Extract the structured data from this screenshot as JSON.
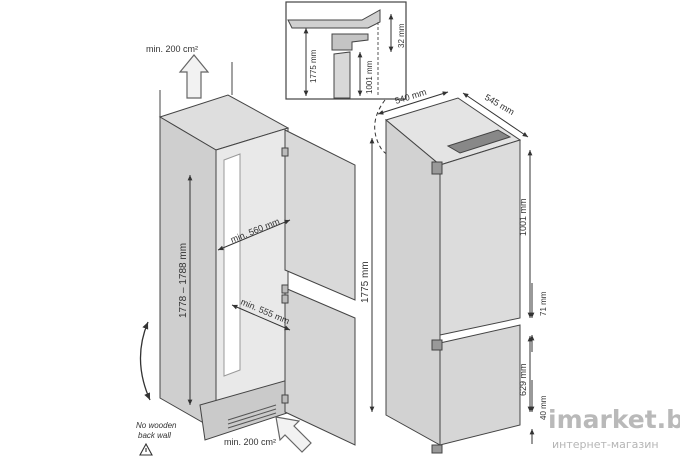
{
  "cabinet": {
    "vent_top": "min. 200 cm²",
    "vent_bottom": "min. 200 cm²",
    "height_range": "1778 – 1788 mm",
    "width_top": "min. 560 mm",
    "width_bottom": "min. 555 mm",
    "back_wall_note": [
      "No wooden",
      "back wall"
    ]
  },
  "appliance": {
    "width": "540 mm",
    "depth": "545 mm",
    "total_height": "1775 mm",
    "upper_section": "1001 mm",
    "gap": "71 mm",
    "lower_section": "629 mm",
    "plinth": "40 mm"
  },
  "detail": {
    "height": "1775 mm",
    "upper": "1001 mm",
    "gap": "32 mm"
  },
  "watermark": {
    "brand": "imarket.by",
    "tagline": "интернет-магазин"
  }
}
